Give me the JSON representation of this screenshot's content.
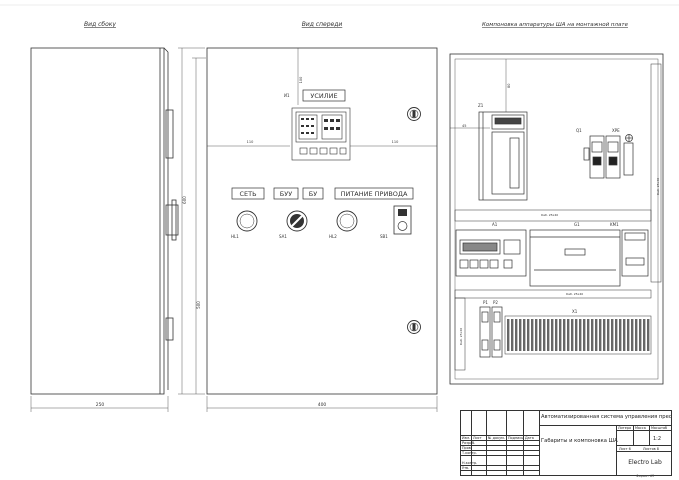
{
  "views": {
    "side": "Вид сбоку",
    "front": "Вид спереди",
    "layout": "Компоновка аппаратуры ША на монтажной плате"
  },
  "dimensions": {
    "side_width": "250",
    "front_width": "400",
    "front_height": "600",
    "front_height2": "500",
    "top_offset": "100",
    "left_offset": "110",
    "right_offset": "110",
    "plate_top": "80",
    "plate_left": "45"
  },
  "front_panel": {
    "display_ref": "И1",
    "display_label": "УСИЛИЕ",
    "labels": [
      "СЕТЬ",
      "БУУ",
      "БУ",
      "ПИТАНИЕ ПРИВОДА"
    ],
    "device_refs": [
      "HL1",
      "SA1",
      "HL2",
      "SB1"
    ]
  },
  "plate": {
    "z1": "Z1",
    "q1": "Q1",
    "xpe": "XPE",
    "a1": "A1",
    "g1": "G1",
    "km1": "KM1",
    "p1": "P1",
    "p2": "P2",
    "x1": "X1",
    "duct": "Каб. 25x40",
    "duct_vertical": "Каб. 25x40"
  },
  "title_block": {
    "title": "Автоматизированная система управления прессом",
    "drawing_name": "Габариты и компоновка ША",
    "company": "Electro Lab",
    "sheet_headers": [
      "Литера",
      "Масса",
      "Масштаб"
    ],
    "scale": "1:2",
    "sheet": "Лист 6",
    "sheets": "Листов 8",
    "row_labels": [
      "Изм.",
      "Лист",
      "№ докум.",
      "Подпись",
      "Дата"
    ],
    "role_labels": [
      "Разраб.",
      "Пров.",
      "Т.контр.",
      "Н.контр.",
      "Утв."
    ],
    "format": "Формат А3"
  }
}
